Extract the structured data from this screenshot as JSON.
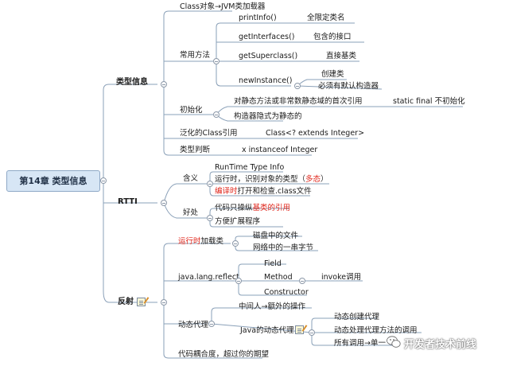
{
  "root": "第14章 类型信息",
  "type_info": {
    "label": "类型信息",
    "class_obj": "Class对象→JVM类加载器",
    "common_methods": {
      "label": "常用方法",
      "print_info": "printInfo()",
      "print_info_note": "全限定类名",
      "get_interfaces": "getInterfaces()",
      "get_interfaces_note": "包含的接口",
      "get_superclass": "getSuperclass()",
      "get_superclass_note": "直接基类",
      "new_instance": "newInstance()",
      "new_instance_note1": "创建类",
      "new_instance_note2": "必须有默认构造器"
    },
    "init": {
      "label": "初始化",
      "item1": "对静态方法或非常数静态域的首次引用",
      "item1_note": "static final 不初始化",
      "item2": "构造器隐式为静态的"
    },
    "generic": {
      "label": "泛化的Class引用",
      "value": "Class<? extends Integer>"
    },
    "type_check": {
      "label": "类型判断",
      "value": "x instanceof Integer"
    }
  },
  "rtti": {
    "label": "RTTI",
    "meaning": {
      "label": "含义",
      "item1": "RunTime Type Info",
      "item2_pre": "运行时，识别对象的类型（",
      "item2_red": "多态",
      "item2_post": "）",
      "item3_red": "编译时",
      "item3_post": "打开和检查.class文件"
    },
    "benefit": {
      "label": "好处",
      "item1_pre": "代码只操纵",
      "item1_red": "基类的引用",
      "item2": "方便扩展程序"
    }
  },
  "reflection": {
    "label": "反射",
    "runtime_load": {
      "label_red": "运行时",
      "label_post": "加载类",
      "item1": "磁盘中的文件",
      "item2": "网络中的一串字节"
    },
    "reflect_pkg": {
      "label": "java.lang.reflect",
      "field": "Field",
      "method": "Method",
      "method_note": "invoke调用",
      "constructor": "Constructor"
    },
    "proxy": {
      "label": "动态代理",
      "middleman": "中间人→额外的操作",
      "java_proxy": "Java的动态代理",
      "jp_item1": "动态创建代理",
      "jp_item2": "动态处理代理方法的调用",
      "jp_item3": "所有调用→单一"
    },
    "coupling": "代码耦合度，超过你的期望"
  },
  "watermark": "开发者技术前线",
  "colors": {
    "line": "#8aa0b8",
    "root_fill": "#d7e6f5",
    "accent_red": "#e0261b"
  }
}
